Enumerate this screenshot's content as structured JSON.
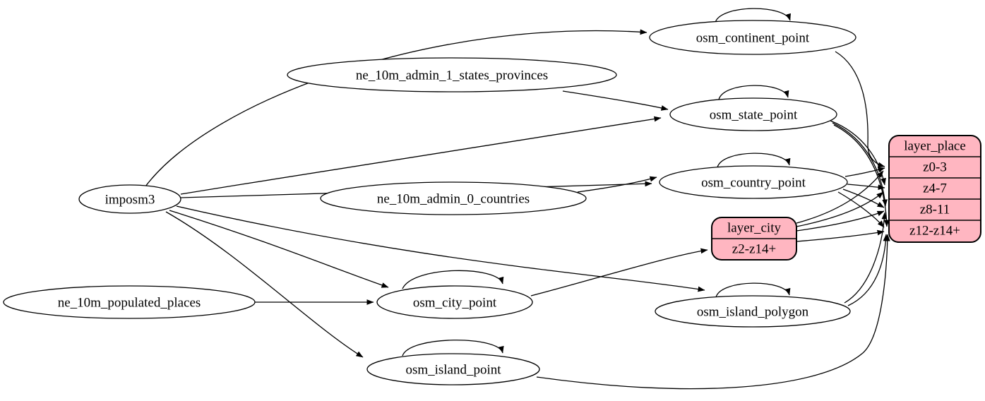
{
  "diagram": {
    "type": "etl-graph",
    "colors": {
      "record_fill": "#ffb6c1",
      "ellipse_fill": "#ffffff",
      "stroke": "#000000",
      "background": "#ffffff"
    },
    "nodes": {
      "imposm3": {
        "label": "imposm3",
        "shape": "ellipse"
      },
      "ne_10m_admin_1_states_provinces": {
        "label": "ne_10m_admin_1_states_provinces",
        "shape": "ellipse"
      },
      "ne_10m_admin_0_countries": {
        "label": "ne_10m_admin_0_countries",
        "shape": "ellipse"
      },
      "ne_10m_populated_places": {
        "label": "ne_10m_populated_places",
        "shape": "ellipse"
      },
      "osm_continent_point": {
        "label": "osm_continent_point",
        "shape": "ellipse"
      },
      "osm_state_point": {
        "label": "osm_state_point",
        "shape": "ellipse"
      },
      "osm_country_point": {
        "label": "osm_country_point",
        "shape": "ellipse"
      },
      "osm_city_point": {
        "label": "osm_city_point",
        "shape": "ellipse"
      },
      "osm_island_polygon": {
        "label": "osm_island_polygon",
        "shape": "ellipse"
      },
      "osm_island_point": {
        "label": "osm_island_point",
        "shape": "ellipse"
      },
      "layer_city": {
        "label": "layer_city",
        "shape": "record",
        "rows": [
          "z2-z14+"
        ]
      },
      "layer_place": {
        "label": "layer_place",
        "shape": "record",
        "rows": [
          "z0-3",
          "z4-7",
          "z8-11",
          "z12-z14+"
        ]
      }
    },
    "edges": [
      "imposm3 -> osm_continent_point",
      "imposm3 -> osm_state_point",
      "imposm3 -> osm_country_point",
      "imposm3 -> osm_city_point",
      "imposm3 -> osm_island_polygon",
      "imposm3 -> osm_island_point",
      "ne_10m_admin_1_states_provinces -> osm_state_point",
      "ne_10m_admin_0_countries -> osm_country_point",
      "ne_10m_populated_places -> osm_city_point",
      "osm_continent_point -> osm_continent_point",
      "osm_state_point -> osm_state_point",
      "osm_country_point -> osm_country_point",
      "osm_city_point -> osm_city_point",
      "osm_island_polygon -> osm_island_polygon",
      "osm_island_point -> osm_island_point",
      "osm_city_point -> layer_city:z2-z14+",
      "osm_continent_point -> layer_place:z0-3",
      "osm_country_point -> layer_place:z0-3",
      "osm_country_point -> layer_place:z4-7",
      "osm_country_point -> layer_place:z8-11",
      "osm_country_point -> layer_place:z12-z14+",
      "osm_state_point -> layer_place:z4-7",
      "osm_state_point -> layer_place:z8-11",
      "osm_state_point -> layer_place:z12-z14+",
      "layer_city -> layer_place:z0-3",
      "layer_city -> layer_place:z4-7",
      "layer_city -> layer_place:z8-11",
      "layer_city -> layer_place:z12-z14+",
      "osm_island_polygon -> layer_place:z8-11",
      "osm_island_polygon -> layer_place:z12-z14+",
      "osm_island_point -> layer_place:z12-z14+"
    ]
  }
}
